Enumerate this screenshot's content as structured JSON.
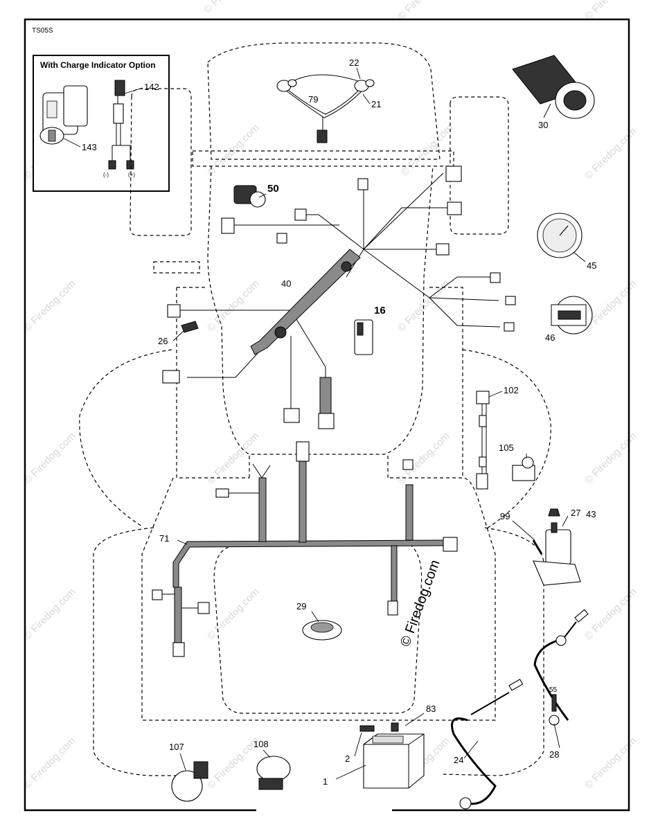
{
  "diagram": {
    "code": "TS05S",
    "inset": {
      "title": "With Charge Indicator Option",
      "terminal_labels": [
        "(-)",
        "(+)"
      ]
    },
    "watermark": "© Firedog.com",
    "center_watermark": "© Firedog.com",
    "callouts": [
      {
        "label": "22"
      },
      {
        "label": "21"
      },
      {
        "label": "79"
      },
      {
        "label": "30"
      },
      {
        "label": "142"
      },
      {
        "label": "143"
      },
      {
        "label": "50"
      },
      {
        "label": "40"
      },
      {
        "label": "16"
      },
      {
        "label": "26"
      },
      {
        "label": "45"
      },
      {
        "label": "46"
      },
      {
        "label": "102"
      },
      {
        "label": "105"
      },
      {
        "label": "27"
      },
      {
        "label": "43"
      },
      {
        "label": "99"
      },
      {
        "label": "71"
      },
      {
        "label": "29"
      },
      {
        "label": "83"
      },
      {
        "label": "55"
      },
      {
        "label": "24"
      },
      {
        "label": "28"
      },
      {
        "label": "2"
      },
      {
        "label": "1"
      },
      {
        "label": "107"
      },
      {
        "label": "108"
      }
    ]
  }
}
